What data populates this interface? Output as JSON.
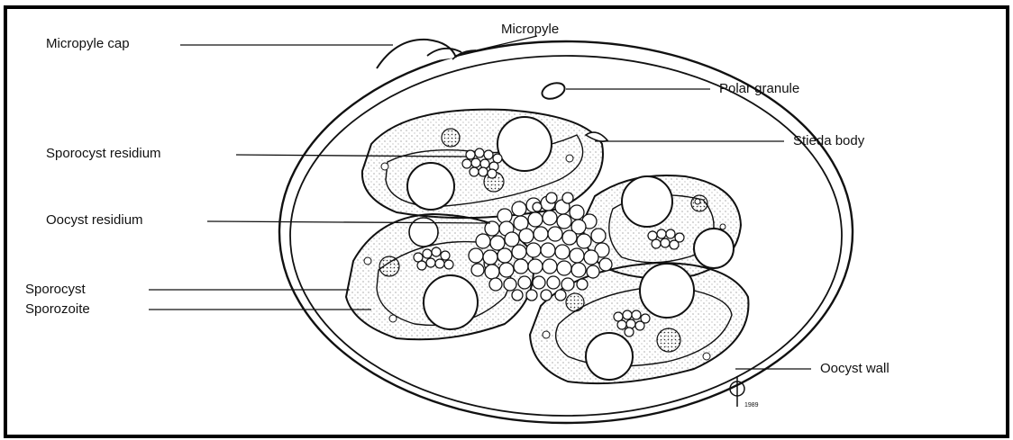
{
  "labels": {
    "micropyle_cap": "Micropyle cap",
    "micropyle": "Micropyle",
    "polar_granule": "Polar granule",
    "sporocyst_residium": "Sporocyst residium",
    "stieda_body": "Stieda body",
    "oocyst_residium": "Oocyst residium",
    "sporocyst": "Sporocyst",
    "sporozoite": "Sporozoite",
    "oocyst_wall": "Oocyst wall"
  },
  "signature": "1989"
}
